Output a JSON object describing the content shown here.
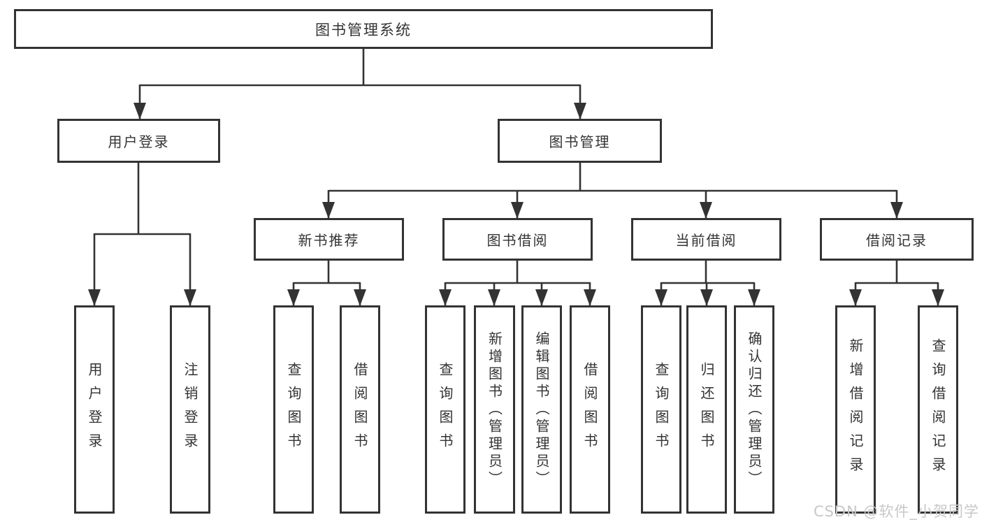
{
  "diagram": {
    "root": {
      "label": "图书管理系统"
    },
    "branches": [
      {
        "label": "用户登录",
        "children": [
          {
            "label": "用户登录"
          },
          {
            "label": "注销登录"
          }
        ]
      },
      {
        "label": "图书管理",
        "children": [
          {
            "label": "新书推荐",
            "children": [
              {
                "label": "查询图书"
              },
              {
                "label": "借阅图书"
              }
            ]
          },
          {
            "label": "图书借阅",
            "children": [
              {
                "label": "查询图书"
              },
              {
                "label": "新增图书（管理员）"
              },
              {
                "label": "编辑图书（管理员）"
              },
              {
                "label": "借阅图书"
              }
            ]
          },
          {
            "label": "当前借阅",
            "children": [
              {
                "label": "查询图书"
              },
              {
                "label": "归还图书"
              },
              {
                "label": "确认归还（管理员）"
              }
            ]
          },
          {
            "label": "借阅记录",
            "children": [
              {
                "label": "新增借阅记录"
              },
              {
                "label": "查询借阅记录"
              }
            ]
          }
        ]
      }
    ]
  },
  "watermark": {
    "text": "CSDN @软件_小贺同学"
  },
  "colors": {
    "line": "#333333",
    "box_border": "#333333",
    "text": "#333333",
    "background": "#ffffff",
    "watermark": "#c8c8c8"
  }
}
